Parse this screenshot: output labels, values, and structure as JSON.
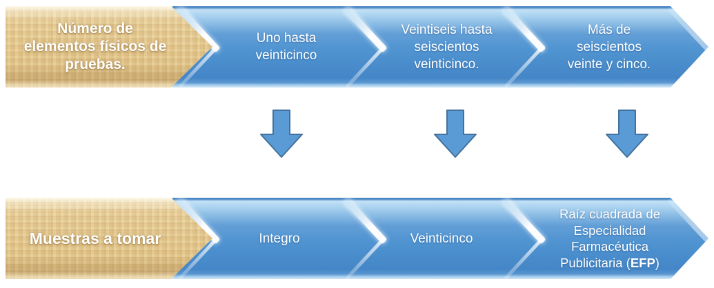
{
  "colors": {
    "chevron_blue": "#4f93d0",
    "chevron_highlight": "#cde6f7",
    "tan_box": "#e5ca93",
    "down_arrow_fill": "#5b9bd5",
    "down_arrow_border": "#41719c",
    "text": "#ffffff"
  },
  "rows": [
    {
      "label_text": "Número de elementos físicos de pruebas.",
      "label_lines": [
        "Número de",
        "elementos físicos de",
        "pruebas."
      ],
      "segments": [
        {
          "text": "Uno hasta veinticinco",
          "lines": [
            "Uno hasta",
            "veinticinco"
          ]
        },
        {
          "text": "Veintiseis hasta seiscientos veinticinco.",
          "lines": [
            "Veintiseis hasta",
            "seiscientos",
            "veinticinco."
          ]
        },
        {
          "text": "Más de seiscientos veinte y cinco.",
          "lines": [
            "Más de",
            "seiscientos",
            "veinte y cinco."
          ]
        }
      ]
    },
    {
      "label_text": "Muestras a tomar",
      "label_lines": [
        "Muestras a tomar"
      ],
      "segments": [
        {
          "text": "Integro",
          "lines": [
            "Integro"
          ]
        },
        {
          "text": "Veinticinco",
          "lines": [
            "Veinticinco"
          ]
        },
        {
          "text": "Raíz cuadrada de Especialidad Farmacéutica Publicitaria (EFP)",
          "lines": [
            "Raíz cuadrada de",
            "Especialidad",
            "Farmacéutica"
          ],
          "last_line": {
            "prefix": "Publicitaria (",
            "bold": "EFP",
            "suffix": ")"
          }
        }
      ]
    }
  ],
  "connectors": [
    {
      "icon": "down-arrow-icon"
    },
    {
      "icon": "down-arrow-icon"
    },
    {
      "icon": "down-arrow-icon"
    }
  ]
}
